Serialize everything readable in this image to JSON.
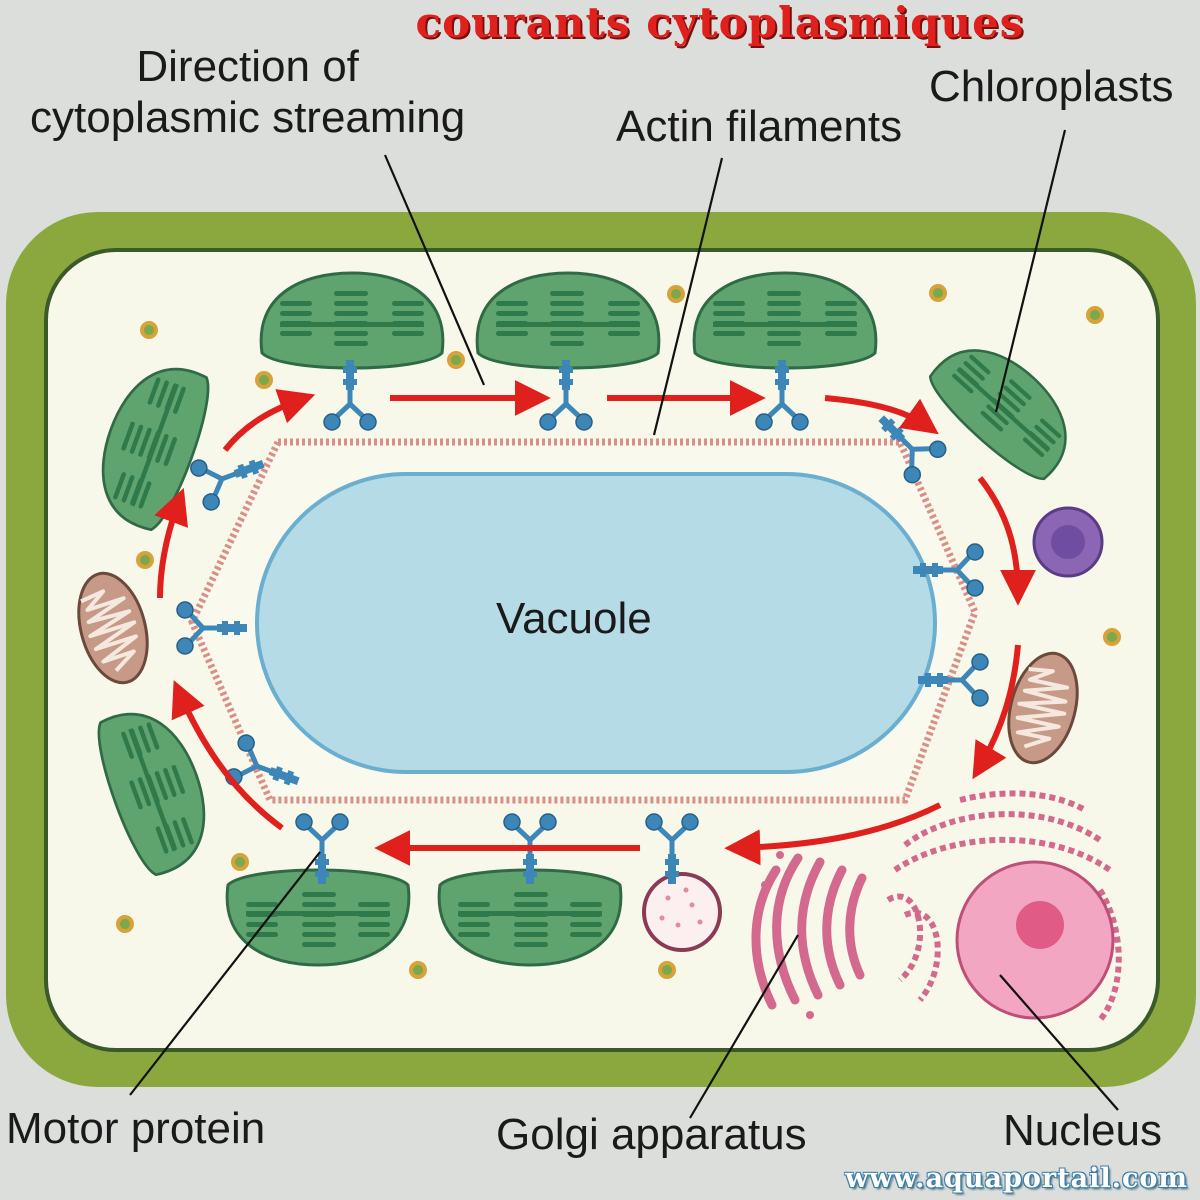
{
  "title": "courants cytoplasmiques",
  "labels": {
    "direction_line1": "Direction of",
    "direction_line2": "cytoplasmic streaming",
    "actin": "Actin filaments",
    "chloroplasts": "Chloroplasts",
    "vacuole": "Vacuole",
    "motor_protein": "Motor protein",
    "golgi": "Golgi apparatus",
    "nucleus": "Nucleus"
  },
  "watermark": "www.aquaportail.com",
  "colors": {
    "background": "#dcdedb",
    "cell_wall": "#8aa83d",
    "cytoplasm": "#f7f8ea",
    "vacuole": "#b5dbe6",
    "chloroplast": "#5fa36e",
    "motor_protein": "#3d86b8",
    "streaming_arrow": "#e0201c",
    "actin": "#d98f86",
    "mitochondrion": "#c69a86",
    "golgi": "#d36a8e",
    "nucleus": "#f2a6c2"
  }
}
